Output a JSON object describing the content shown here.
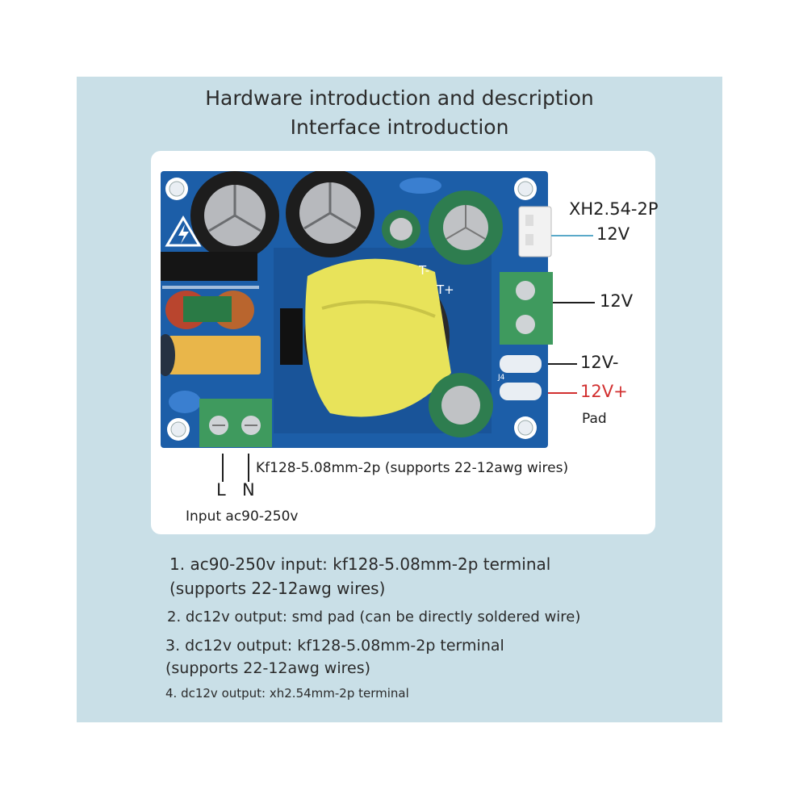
{
  "header": {
    "title_line1": "Hardware introduction and description",
    "title_line2": "Interface introduction"
  },
  "callouts": {
    "xh_connector": "XH2.54-2P",
    "xh_voltage": "12V",
    "terminal_voltage": "12V",
    "pad_negative": "12V-",
    "pad_positive": "12V+",
    "pad_label": "Pad",
    "input_terminal": "Kf128-5.08mm-2p (supports 22-12awg wires)",
    "line_label": "L",
    "neutral_label": "N",
    "input_range": "Input ac90-250v"
  },
  "silkscreen": {
    "t_minus": "T-",
    "t_plus": "T+",
    "j4": "J4"
  },
  "features": [
    "1. ac90-250v input: kf128-5.08mm-2p terminal",
    "(supports 22-12awg wires)",
    "2. dc12v output: smd pad (can be directly soldered wire)",
    "3. dc12v output: kf128-5.08mm-2p terminal",
    "(supports 22-12awg wires)",
    "4. dc12v output: xh2.54mm-2p terminal"
  ],
  "colors": {
    "panel_bg": "#c9dfe7",
    "pcb": "#1c5ea8",
    "terminal": "#3f9a5e",
    "transformer_tape": "#e8e35a",
    "positive_label": "#d23030",
    "xh_leader": "#5aa9c9"
  }
}
